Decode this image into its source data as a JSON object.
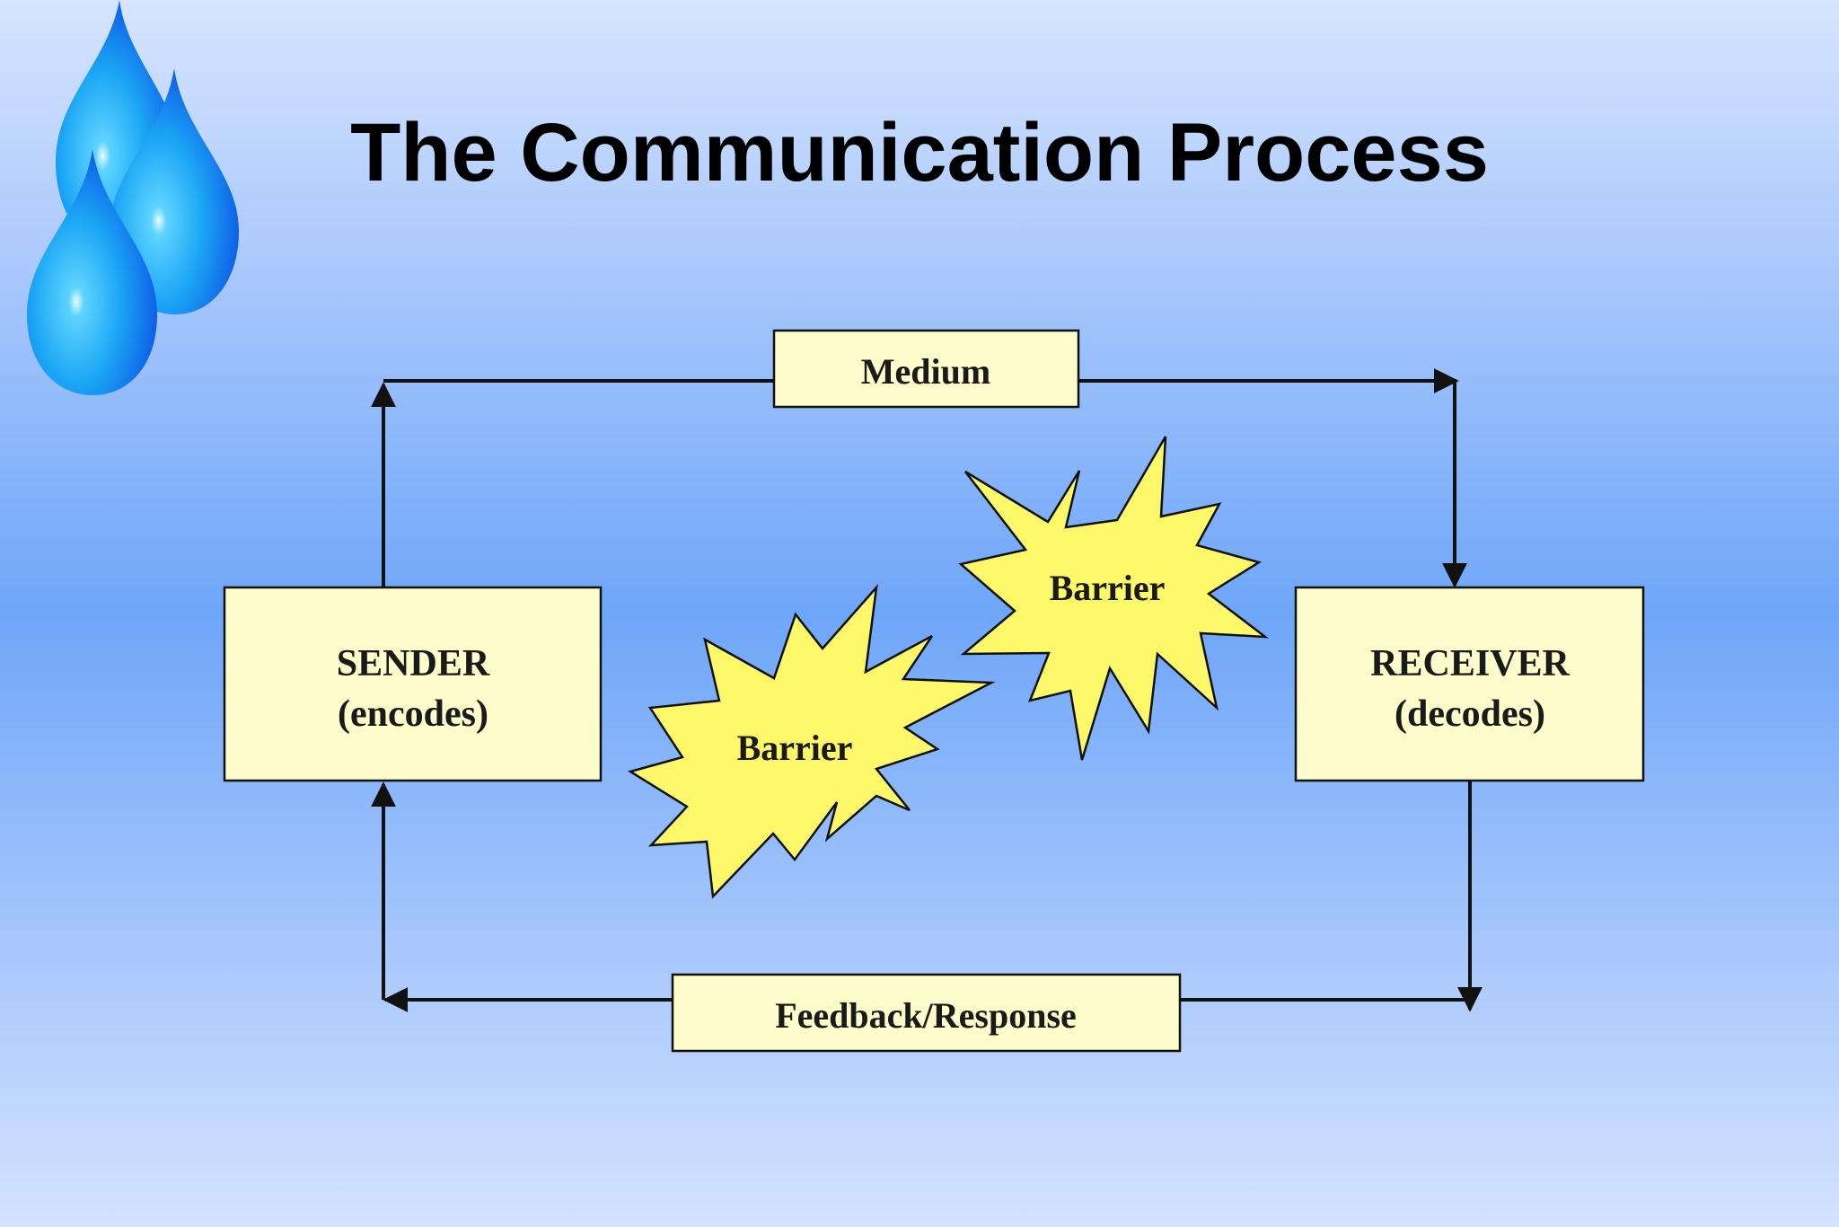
{
  "slide": {
    "title": "The Communication Process"
  },
  "diagram": {
    "nodes": {
      "sender": {
        "line1": "SENDER",
        "line2": "(encodes)"
      },
      "receiver": {
        "line1": "RECEIVER",
        "line2": "(decodes)"
      },
      "medium": {
        "label": "Medium"
      },
      "feedback": {
        "label": "Feedback/Response"
      }
    },
    "barriers": [
      {
        "label": "Barrier"
      },
      {
        "label": "Barrier"
      }
    ]
  },
  "colors": {
    "box_fill": "#fdfccb",
    "burst_fill": "#fdf86a",
    "stroke": "#111111",
    "drop_light": "#27c0ff",
    "drop_dark": "#0b3de0"
  },
  "icons": {
    "decoration": "water-drops-icon"
  }
}
